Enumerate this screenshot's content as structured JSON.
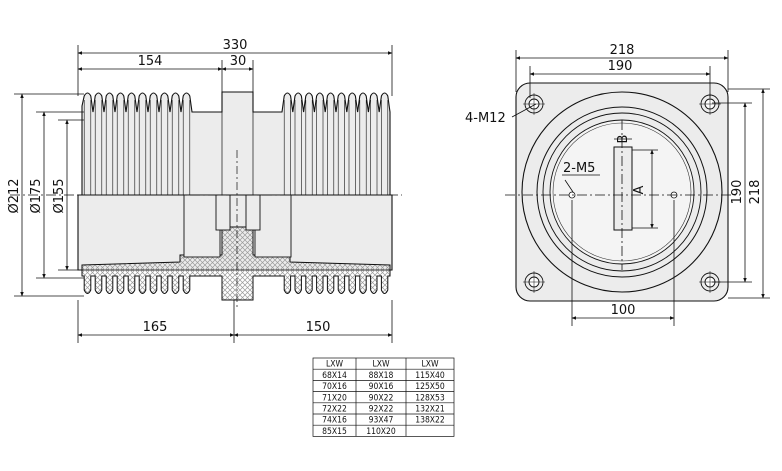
{
  "front_view": {
    "dims": {
      "total_length": "330",
      "half_length": "154",
      "center_width": "30",
      "dia_outer": "Ø212",
      "dia_mid": "Ø175",
      "dia_inner": "Ø155",
      "bottom_left": "165",
      "bottom_right": "150"
    }
  },
  "side_view": {
    "dims": {
      "flange_width": "218",
      "bolt_spacing": "190",
      "bolt_spacing_v": "190",
      "flange_height": "218",
      "slot_width": "100"
    },
    "labels": {
      "mount_bolts": "4-M12",
      "small_screws": "2-M5",
      "slot_a": "A",
      "slot_b": "B"
    }
  },
  "table": {
    "headers": [
      "LXW",
      "LXW",
      "LXW"
    ],
    "rows": [
      [
        "68X14",
        "88X18",
        "115X40"
      ],
      [
        "70X16",
        "90X16",
        "125X50"
      ],
      [
        "71X20",
        "90X22",
        "128X53"
      ],
      [
        "72X22",
        "92X22",
        "132X21"
      ],
      [
        "74X16",
        "93X47",
        "138X22"
      ],
      [
        "85X15",
        "110X20",
        ""
      ]
    ]
  },
  "colors": {
    "body_fill": "#ececec",
    "line": "#111111",
    "hatch": "#b8b8b8"
  }
}
